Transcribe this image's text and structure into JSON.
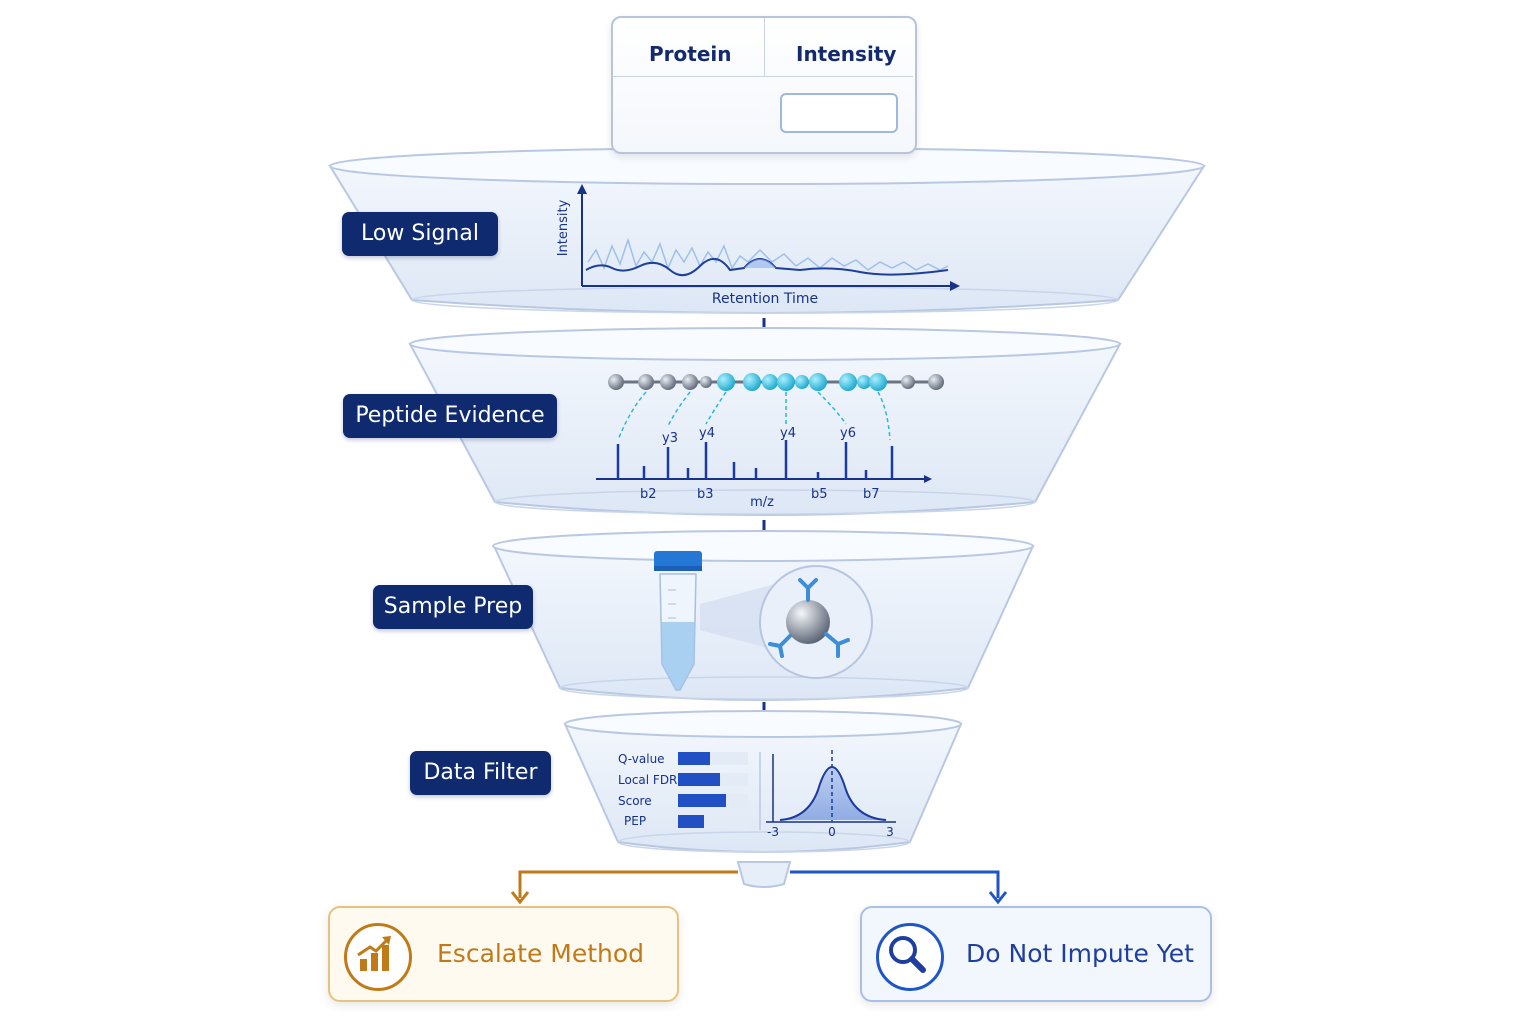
{
  "table": {
    "col1": "Protein",
    "col2": "Intensity"
  },
  "stages": {
    "low_signal": "Low Signal",
    "peptide_evidence": "Peptide Evidence",
    "sample_prep": "Sample Prep",
    "data_filter": "Data Filter"
  },
  "chromatogram": {
    "ylabel": "Intensity",
    "xlabel": "Retention Time"
  },
  "spectrum": {
    "xlabel": "m/z",
    "y_ions": [
      "y3",
      "y4",
      "y4",
      "y6"
    ],
    "b_ions": [
      "b2",
      "b3",
      "b5",
      "b7"
    ]
  },
  "filter": {
    "metrics": [
      "Q-value",
      "Local FDR",
      "Score",
      "PEP"
    ],
    "axis_ticks": [
      "-3",
      "0",
      "3"
    ]
  },
  "outcomes": {
    "left": "Escalate Method",
    "right": "Do Not Impute Yet"
  },
  "colors": {
    "navy": "#0f2a6e",
    "orange": "#c07a18",
    "blue": "#1f56c7",
    "cyan": "#2bb7d8"
  },
  "icons": {
    "left": "bar-chart-trend-icon",
    "right": "magnifier-icon"
  }
}
